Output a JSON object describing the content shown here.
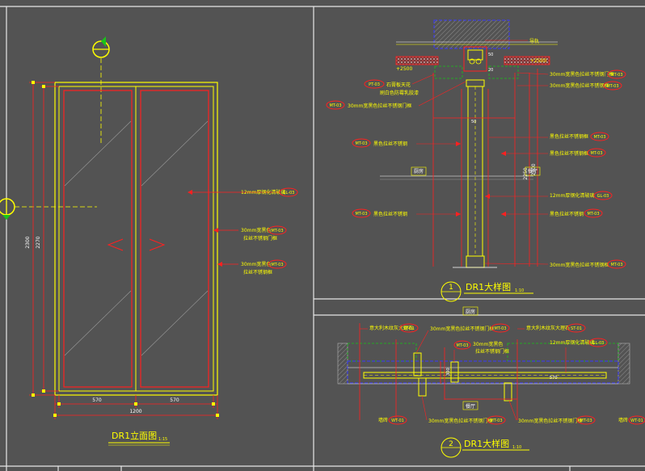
{
  "colors": {
    "background": "#535353",
    "frame": "#e6e6e6",
    "red": "#ff2020",
    "yellow": "#ffff00",
    "white": "#ffffff",
    "blue": "#3a3aff",
    "green": "#19c419",
    "hatch": "#b5b5b5"
  },
  "elevation": {
    "title": "DR1立面图",
    "scale": "1:15",
    "dim_total_height": "2300",
    "dim_inner_height": "2270",
    "dim_width": "1200",
    "dim_leaf_left": "570",
    "dim_leaf_right": "570",
    "callout_glass": "12mm厚钢化清玻璃",
    "tag_glass": "GL-03",
    "callout_frame_1a": "30mm宽黑色",
    "callout_frame_1b": "拉丝不锈钢门框",
    "tag_frame_1": "MT-03",
    "callout_frame_2a": "30mm宽黑色",
    "callout_frame_2b": "拉丝不锈钢框",
    "tag_frame_2": "MT-03"
  },
  "detail1": {
    "title": "DR1大样图",
    "number": "1",
    "scale": "1:10",
    "room_left": "厨房",
    "room_right": "餐厅",
    "label_track": "导轨",
    "level_right": "+2500",
    "level_left": "+2500",
    "tag_ceiling": "PT-03",
    "label_ceiling_a": "石膏板天花",
    "label_ceiling_b": "刷白色防霉乳胶漆",
    "tag_mt": "MT-03",
    "label_frame_track": "30mm宽黑色拉丝不锈钢门框",
    "label_frame_top_r1": "30mm宽黑色拉丝不锈钢门框",
    "label_frame_top_r2": "30mm宽黑色拉丝不锈钢框",
    "label_black_l1": "黑色拉丝不锈钢",
    "label_black_l2": "黑色拉丝不锈钢",
    "label_black_r1": "黑色拉丝不锈钢框",
    "label_black_r2": "黑色拉丝不锈钢框",
    "label_black_r3": "黑色拉丝不锈钢",
    "label_glass": "12mm厚钢化清玻璃",
    "label_bottom": "30mm宽黑色拉丝不锈钢框",
    "tag_gl": "GL-03",
    "dim_height_a": "2250",
    "dim_height_b": "2300",
    "dim_small_a": "50",
    "dim_small_b": "20",
    "dim_mid": "50"
  },
  "detail2": {
    "title": "DR1大样图",
    "number": "2",
    "scale": "1:10",
    "room_top": "厨房",
    "room_bottom": "餐厅",
    "label_stone_l": "意大利木纹灰大理石",
    "tag_stone_l": "ST-01",
    "label_stone_r": "意大利木纹灰大理石",
    "tag_stone_r": "ST-01",
    "label_frame_top": "30mm宽黑色拉丝不锈钢门框",
    "label_frame_mid_a": "30mm宽黑色",
    "label_frame_mid_b": "拉丝不锈钢门框",
    "label_glass_r": "12mm厚钢化清玻璃",
    "tag_gl": "GL-03",
    "label_tile_l": "墙砖",
    "tag_tile_l": "WT-01",
    "label_tile_r": "墙砖",
    "tag_tile_r": "WT-01",
    "label_bottom_l": "30mm宽黑色拉丝不锈钢门框",
    "label_bottom_r": "30mm宽黑色拉丝不锈钢门框",
    "tag_mt": "MT-03",
    "dim_width": "570",
    "dim_depth": "300"
  }
}
